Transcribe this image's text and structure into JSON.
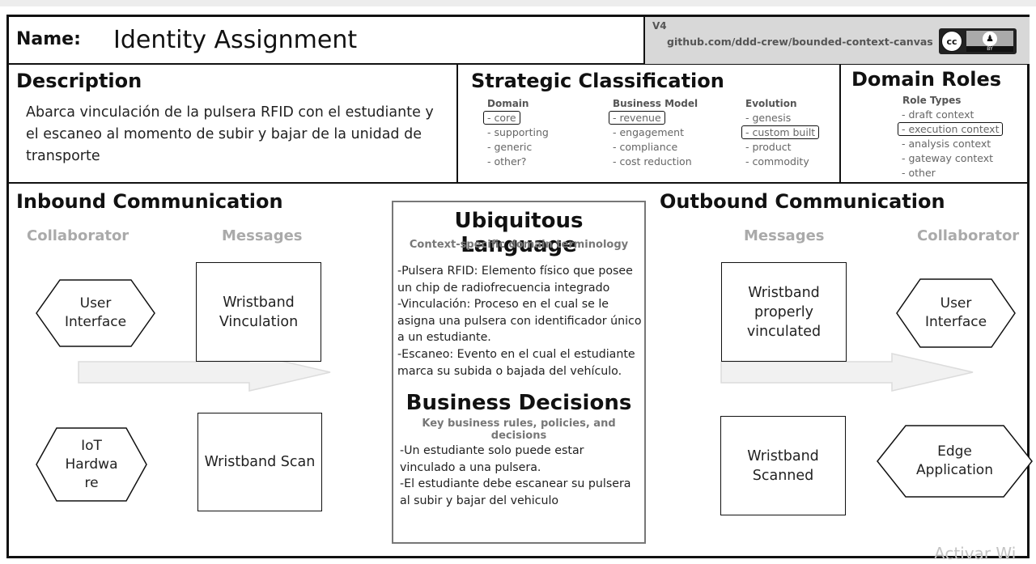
{
  "header": {
    "name_label": "Name:",
    "name_value": "Identity Assignment",
    "version": "V4",
    "license_url": "github.com/ddd-crew/bounded-context-canvas",
    "cc_icon": "cc",
    "by_icon": "by",
    "by_text": "BY"
  },
  "description": {
    "title": "Description",
    "text": "Abarca vinculación de la pulsera RFID con el estudiante y el escaneo al momento de subir y bajar de la unidad de transporte"
  },
  "strategic": {
    "title": "Strategic Classification",
    "domain": {
      "title": "Domain",
      "items": [
        "- core",
        "- supporting",
        "- generic",
        "- other?"
      ],
      "selected": "- core"
    },
    "business_model": {
      "title": "Business Model",
      "items": [
        "- revenue",
        "- engagement",
        "- compliance",
        "- cost reduction"
      ],
      "selected": "- revenue"
    },
    "evolution": {
      "title": "Evolution",
      "items": [
        "- genesis",
        "- custom built",
        "- product",
        "- commodity"
      ],
      "selected": "- custom built"
    }
  },
  "domain_roles": {
    "title": "Domain Roles",
    "subtitle": "Role Types",
    "items": [
      "- draft context",
      "- execution context",
      "- analysis context",
      "- gateway context",
      "- other"
    ],
    "selected": "- execution context"
  },
  "inbound": {
    "title": "Inbound Communication",
    "collaborator_header": "Collaborator",
    "messages_header": "Messages",
    "collaborators": [
      "User\nInterface",
      "IoT\nHardwa\nre"
    ],
    "messages": [
      "Wristband\nVinculation",
      "Wristband Scan"
    ]
  },
  "ubiquitous": {
    "title": "Ubiquitous Language",
    "subtitle": "Context-specific domain terminology",
    "terms": [
      "-Pulsera RFID: Elemento físico que posee un chip de radiofrecuencia integrado",
      "-Vinculación: Proceso en el cual se le asigna una pulsera con identificador único a un estudiante.",
      "-Escaneo: Evento en el cual el estudiante marca su subida o bajada del vehículo."
    ]
  },
  "business_decisions": {
    "title": "Business Decisions",
    "subtitle": "Key business rules, policies, and decisions",
    "rules": [
      "-Un estudiante solo puede estar vinculado a una pulsera.",
      "-El estudiante debe escanear su pulsera al subir y bajar del vehiculo"
    ]
  },
  "outbound": {
    "title": "Outbound Communication",
    "messages_header": "Messages",
    "collaborator_header": "Collaborator",
    "messages": [
      "Wristband\nproperly\nvinculated",
      "Wristband\nScanned"
    ],
    "collaborators": [
      "User\nInterface",
      "Edge\nApplication"
    ]
  },
  "overlay": {
    "watermark": "Activar Wi"
  }
}
